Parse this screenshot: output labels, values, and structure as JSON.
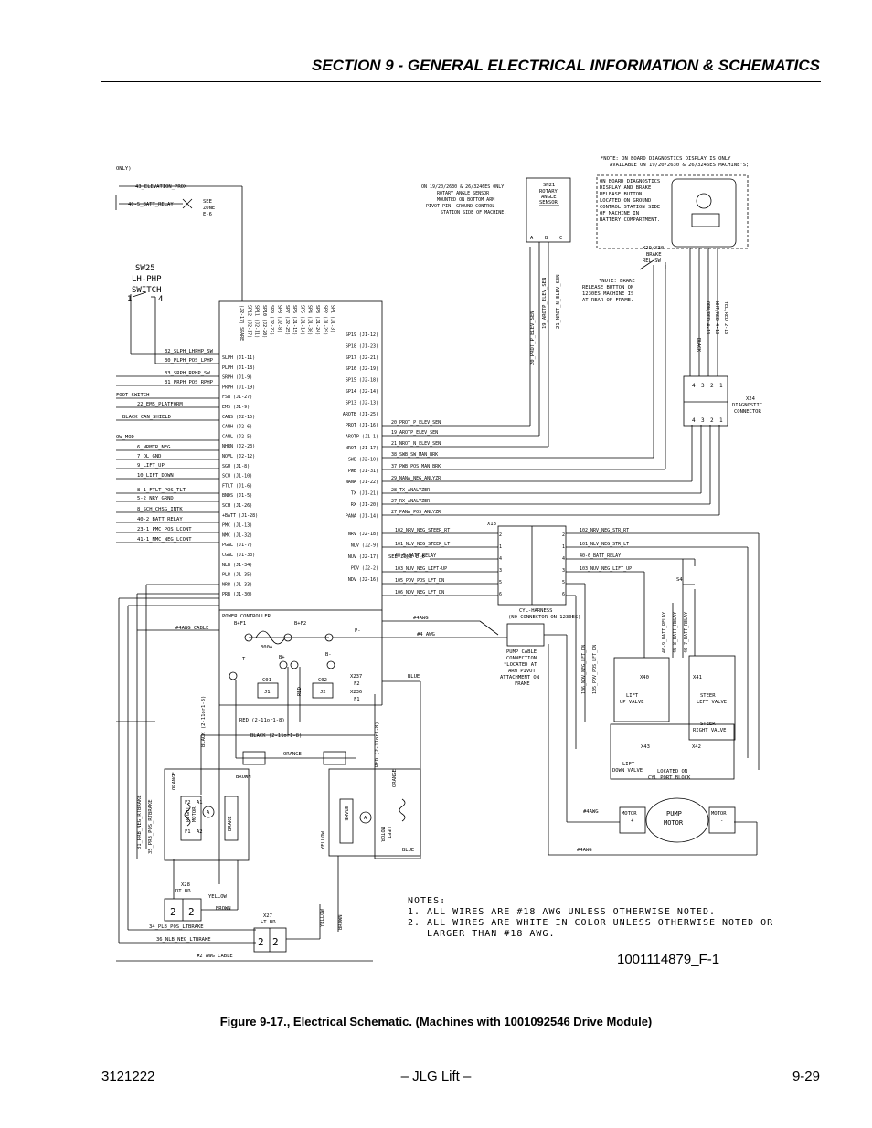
{
  "header": {
    "section_title": "SECTION 9 - GENERAL ELECTRICAL INFORMATION & SCHEMATICS"
  },
  "caption": "Figure 9-17., Electrical Schematic. (Machines with 1001092546 Drive Module)",
  "footer": {
    "doc_number": "3121222",
    "center": "– JLG Lift –",
    "page": "9-29"
  },
  "drawing_number": "1001114879_F-1",
  "notes": {
    "title": "NOTES:",
    "lines": [
      "1. ALL WIRES ARE #18 AWG UNLESS OTHERWISE NOTED.",
      "2. ALL WIRES ARE WHITE IN COLOR UNLESS OTHERWISE NOTED OR",
      "   LARGER THAN #18 AWG."
    ]
  },
  "schematic": {
    "top_left": {
      "only": "ONLY)",
      "elev_prox": "43_ELEVATION_PROX",
      "batt_relay": "40-5_BATT_RELAY",
      "see_zone": "SEE",
      "zone": "ZONE",
      "e6": "E-6"
    },
    "sw25": {
      "l1": "SW25",
      "l2": "LH-PHP",
      "l3": "SWITCH",
      "p1": "1",
      "p4": "4"
    },
    "left_wires": [
      "32_SLPH_LHPHP_SW",
      "30_PLPH_POS_LPHP",
      "33_SRPH_RPHP_SW",
      "31_PRPH_POS_RPHP",
      "FOOT-SWITCH",
      "22_EMS_PLATFORM",
      "BLACK CAN_SHIELD",
      "OW_MOD",
      "6_NRMTR_NEG",
      "7_OL_GND",
      "9_LIFT_UP",
      "10_LIFT_DOWN",
      "8-1_FTLT_POS_TLT",
      "5-2_NRY_GRND",
      "8_SCH_CHSG_INTK",
      "40-2_BATT_RELAY",
      "23-1_PMC_POS_LCONT",
      "41-1_NMC_NEG_LCONT"
    ],
    "controller_left_pins": [
      "SLPH (J1-11)",
      "PLPH (J1-18)",
      "SRPH (J1-9)",
      "PRPH (J1-19)",
      "FSW (J1-27)",
      "EMS (J1-9)",
      "CANS (J2-15)",
      "CANH (J2-6)",
      "CANL (J2-5)",
      "NHRN (J2-23)",
      "NOVL (J2-12)",
      "SGU (J1-8)",
      "SCU (J1-10)",
      "FTLT (J1-6)",
      "BNDS (J1-5)",
      "SCH (J1-26)",
      "+BATT (J1-28)",
      "PMC (J1-13)",
      "NMC (J1-32)",
      "PGAL (J1-7)",
      "CGAL (J1-33)",
      "NLB (J1-34)",
      "PLB (J1-35)",
      "NRB (J1-33)",
      "PRB (J1-30)"
    ],
    "controller_right_pins": [
      "SP19 (J1-12)",
      "SP18 (J1-23)",
      "SP17 (J2-21)",
      "SP16 (J2-19)",
      "SP15 (J2-18)",
      "SP14 (J2-14)",
      "SP13 (J2-13)",
      "AROTB (J1-25)",
      "PROT (J1-16)",
      "AROTP (J1-1)",
      "NROT (J1-17)",
      "SWB (J2-10)",
      "PWB (J1-31)",
      "NANA (J1-22)",
      "TX (J1-21)",
      "RX (J1-20)",
      "PANA (J1-14)",
      "NRV (J2-18)",
      "NLV (J2-9)",
      "NUV (J2-17)",
      "PDV (J2-2)",
      "NDV (J2-16)"
    ],
    "controller_top_pins": [
      "(J2-17) SPARE",
      "SP12 (J2-17)",
      "SP11 (J2-11)",
      "SP10 (J2-20)",
      "SP9 (J2-22)",
      "SP8 (J2-8)",
      "SP7 (J2-25)",
      "SP6 (J1-15)",
      "SP5 (J1-14)",
      "SP4 (J1-36)",
      "SP3 (J1-24)",
      "SP2 (J1-29)",
      "SP1 (J1-3)"
    ],
    "right_mid_wires": [
      "20_PROT_P_ELEV_SEN",
      "19_AROTP_ELEV_SEN",
      "21_NROT_N_ELEV_SEN",
      "38_SWB_SW_MAN_BRK",
      "37_PWB_POS_MAN_BRK",
      "29_NANA_NEG_ANLYZR",
      "28_TX_ANALYZER",
      "27_RX_ANALYZER",
      "27_PANA_POS_ANLYZR"
    ],
    "sensor": {
      "note1": "ON 19/20/2630 & 26/3246ES ONLY",
      "note2": "ROTARY ANGLE SENSOR",
      "note3": "MOUNTED ON BOTTOM ARM",
      "note4": "PIVOT PIN, GROUND CONTROL",
      "note5": "STATION SIDE OF MACHINE.",
      "id": "SN21",
      "l2": "ROTARY",
      "l3": "ANGLE",
      "l4": "SENSOR",
      "a": "A",
      "b": "B",
      "c": "C",
      "w1": "20_PROT_P_ELEV_SEN",
      "w2": "19_AROTP_ELEV_SEN",
      "w3": "21_NROT_N_ELEV_SEN"
    },
    "diag": {
      "note1": "*NOTE: ON BOARD DIAGNOSTICS DISPLAY IS ONLY",
      "note2": "AVAILABLE ON 19/20/2630 & 26/3246ES MACHINE'S;",
      "b1": "ON BOARD DIAGNOSTICS",
      "b2": "DISPLAY AND BRAKE",
      "b3": "RELEASE BUTTON",
      "b4": "LOCATED ON GROUND",
      "b5": "CONTROL STATION SIDE",
      "b6": "OF MACHINE IN",
      "b7": "BATTERY COMPARTMENT.",
      "sw1": "X29/X30",
      "sw2": "BRAKE",
      "sw3": "REL SW",
      "brake1": "*NOTE: BRAKE",
      "brake2": "RELEASE BUTTON ON",
      "brake3": "1230ES MACHINE IS",
      "brake4": "AT REAR OF FRAME.",
      "wires": [
        "BLACK",
        "ORN/RED 4-18",
        "WHT/RED 4-18",
        "YEL/RED 2-18"
      ],
      "x24_1": "X24",
      "x24_2": "DIAGNOSTIC",
      "x24_3": "CONNECTOR",
      "pins_top": [
        "4",
        "3",
        "2",
        "1"
      ],
      "pins_bot": [
        "4",
        "3",
        "2",
        "1"
      ]
    },
    "x18": {
      "id": "X18",
      "left_wires": [
        "102_NRV_NEG_STEER_RT",
        "101_NLV_NEG_STEER_LT",
        "40-5_BATT_RELAY",
        "103_NUV_NEG_LIFT-UP",
        "105_PDV_POS_LFT_DN",
        "106_NDV_NEG_LFT_DN"
      ],
      "right_wires": [
        "102_NRV_NEG_STR_RT",
        "101_NLV_NEG_STR_LT",
        "40-6_BATT_RELAY",
        "103_NUV_NEG_LIFT_UP"
      ],
      "pins": [
        "2",
        "1",
        "4",
        "3",
        "5",
        "6"
      ],
      "see_zone": "SEE ZONE E-6",
      "cyl1": "CYL-HARNESS",
      "cyl2": "(NO CONNECTOR ON 1230ES)"
    },
    "power": {
      "title": "POWER CONTROLLER",
      "bf1": "B+F1",
      "bf2": "B+F2",
      "fuse": "300A",
      "p": "P-",
      "tm": "T-",
      "bp": "B+",
      "bm": "B-",
      "c01": "C01",
      "c02": "C02",
      "j1": "J1",
      "j2": "J2",
      "x237": "X237",
      "f2": "F2",
      "x236": "X236",
      "f1": "F1",
      "cable4": "#4AWG CABLE",
      "awg4": "#4AWG",
      "awg4b": "#4 AWG",
      "blue": "BLUE",
      "red": "RED",
      "red2": "RED (2-11or1-8)",
      "black2": "BLACK (2-11or1-8)",
      "orange": "ORANGE"
    },
    "pump": {
      "l1": "PUMP CABLE",
      "l2": "CONNECTION",
      "l3": "*LOCATED AT",
      "l4": "ARM PIVOT",
      "l5": "ATTACHMENT ON",
      "l6": "FRAME",
      "motor": "PUMP",
      "motor2": "MOTOR",
      "mp": "MOTOR",
      "mpp": "+",
      "mm": "MOTOR",
      "mmm": "-",
      "awg_a": "#4AWG",
      "awg_b": "#4AWG"
    },
    "valves": {
      "x40": "X40",
      "lift1": "LIFT",
      "lift2": "UP VALVE",
      "x41": "X41",
      "steer1": "STEER",
      "steer2": "LEFT VALVE",
      "steer3": "STEER",
      "steer4": "RIGHT VALVE",
      "x42": "X42",
      "x43": "X43",
      "lift3": "LIFT",
      "lift4": "DOWN VALVE",
      "loc1": "LOCATED ON",
      "loc2": "CYL PORT BLOCK",
      "wires": [
        "106_NDV_NEG_LFT_DN",
        "105_PDV_POS_LFT_DN",
        "40-9_BATT_RELAY",
        "40-8_BATT_RELAY",
        "40-7_BATT_RELAY"
      ],
      "s4": "S4"
    },
    "motors": {
      "right1": "RIGHT",
      "right2": "MOTOR",
      "left1": "LEFT",
      "left2": "MOTOR",
      "f2": "F2",
      "a1": "A1",
      "a2": "A2",
      "f1": "F1",
      "a": "A",
      "brown": "BROWN",
      "orange": "ORANGE",
      "yellow": "YELLOW",
      "blue": "BLUE",
      "black": "BLACK (2-11or1-8)",
      "red": "RED (2-11or1-8)",
      "brake": "BRAKE",
      "rbw1": "31_PRB_NEG_RTBRAKE",
      "rbw2": "35_PRB_POS_RTBRAKE",
      "x28": "X28",
      "rtbr": "RT BR",
      "x27": "X27",
      "ltbr": "LT BR",
      "two": "2",
      "lb1": "34_PLB_POS_LTBRAKE",
      "lb2": "36_NLB_NEG_LTBRAKE",
      "cable2": "#2 AWG CABLE",
      "yel": "YELLOW",
      "brn": "BROWN"
    }
  }
}
